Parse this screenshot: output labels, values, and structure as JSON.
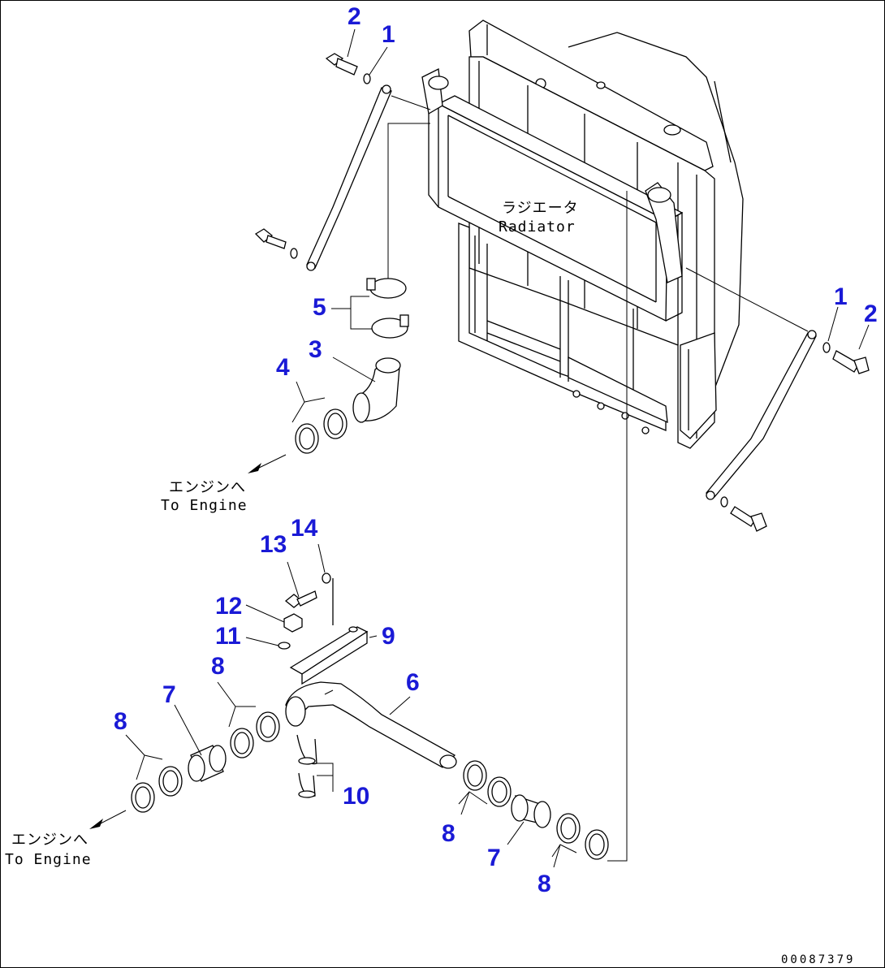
{
  "labels": {
    "radiator_jp": "ラジエータ",
    "radiator_en": "Radiator",
    "to_engine_jp": "エンジンへ",
    "to_engine_en_1": "To Engine",
    "to_engine_en_2": "To Engine",
    "drawing_code": "00087379"
  },
  "callouts": {
    "c1a": "1",
    "c2a": "2",
    "c1b": "1",
    "c2b": "2",
    "c3": "3",
    "c4": "4",
    "c5": "5",
    "c6": "6",
    "c7a": "7",
    "c7b": "7",
    "c8a": "8",
    "c8b": "8",
    "c8c": "8",
    "c8d": "8",
    "c9": "9",
    "c10": "10",
    "c11": "11",
    "c12": "12",
    "c13": "13",
    "c14": "14"
  }
}
